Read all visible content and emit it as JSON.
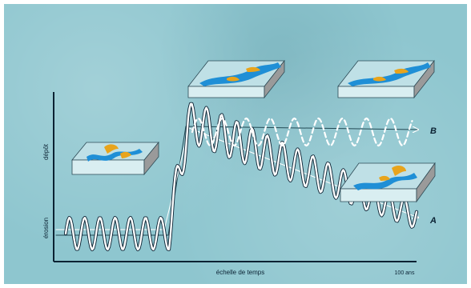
{
  "axes": {
    "y_top_label": "dépôt",
    "y_bottom_label": "érosion",
    "x_label": "échelle de temps",
    "x_end_label": "100 ans"
  },
  "curves": {
    "upper_label": "B",
    "lower_label": "A"
  },
  "colors": {
    "background": "#8ec6cf",
    "axis": "#0b2233",
    "water": "#1f8fd6",
    "sediment": "#e8a41c",
    "block_top": "#bfe0e6",
    "block_side": "#9a9a9a"
  }
}
